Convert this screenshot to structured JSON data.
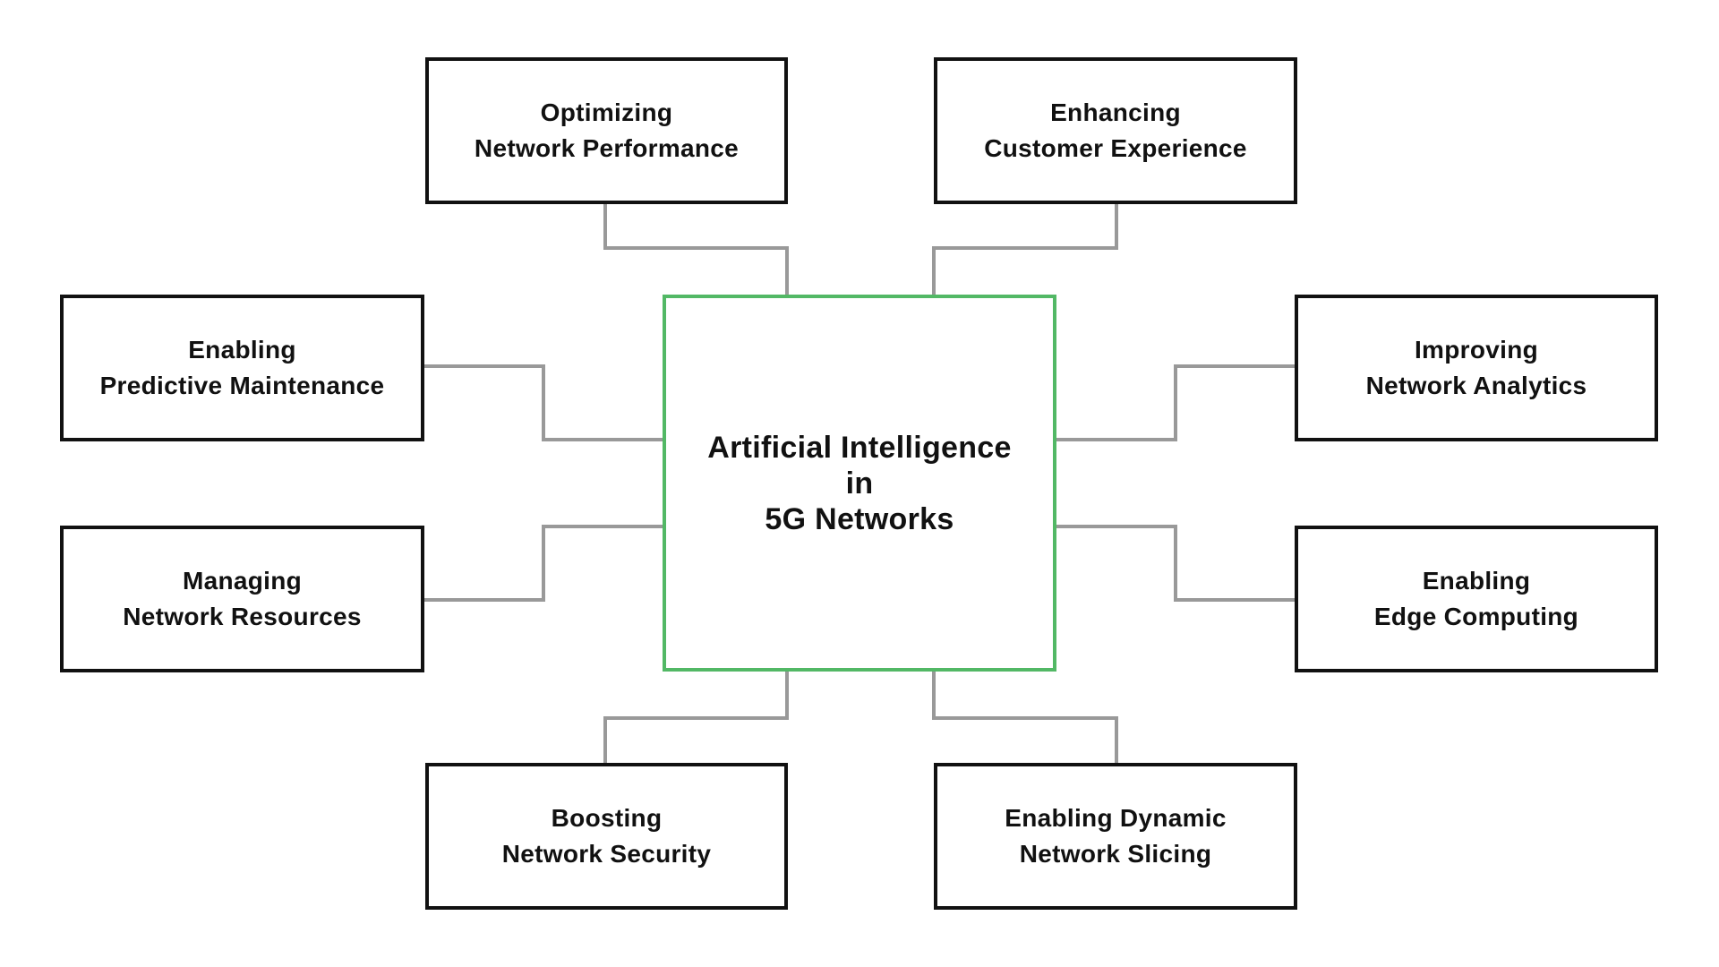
{
  "diagram": {
    "center": {
      "lines": [
        "Artificial Intelligence",
        "in",
        "5G Networks"
      ],
      "border_color": "#52b865"
    },
    "connector_color": "#999999",
    "node_border_color": "#111111",
    "nodes": [
      {
        "id": "optimizing-network-performance",
        "lines": [
          "Optimizing",
          "Network Performance"
        ]
      },
      {
        "id": "enhancing-customer-experience",
        "lines": [
          "Enhancing",
          "Customer Experience"
        ]
      },
      {
        "id": "enabling-predictive-maintenance",
        "lines": [
          "Enabling",
          "Predictive Maintenance"
        ]
      },
      {
        "id": "improving-network-analytics",
        "lines": [
          "Improving",
          "Network Analytics"
        ]
      },
      {
        "id": "managing-network-resources",
        "lines": [
          "Managing",
          "Network Resources"
        ]
      },
      {
        "id": "enabling-edge-computing",
        "lines": [
          "Enabling",
          "Edge Computing"
        ]
      },
      {
        "id": "boosting-network-security",
        "lines": [
          "Boosting",
          "Network Security"
        ]
      },
      {
        "id": "enabling-dynamic-network-slicing",
        "lines": [
          "Enabling Dynamic",
          "Network Slicing"
        ]
      }
    ]
  }
}
